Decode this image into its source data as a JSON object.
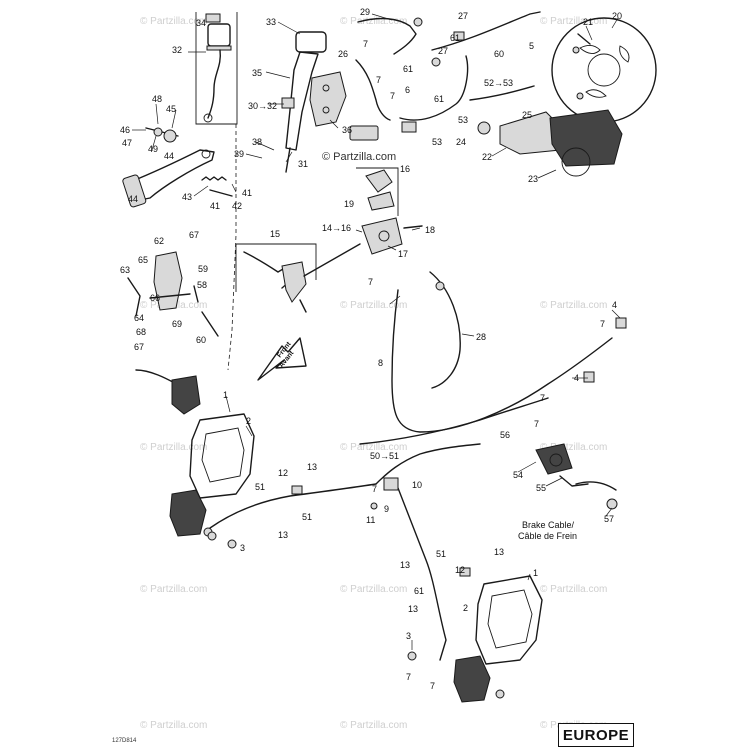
{
  "diagram": {
    "region_label": "EUROPE",
    "figure_code": "127D814",
    "watermark_text": "© Partzilla.com",
    "watermark_main": "© Partzilla.com",
    "front_label_en": "Front",
    "front_label_fr": "Avant",
    "brake_cable_en": "Brake Cable/",
    "brake_cable_fr": "Câble de Frein"
  },
  "callouts": [
    {
      "label": "34"
    },
    {
      "label": "33"
    },
    {
      "label": "29"
    },
    {
      "label": "27"
    },
    {
      "label": "21"
    },
    {
      "label": "20"
    },
    {
      "label": "32"
    },
    {
      "label": "7"
    },
    {
      "label": "26"
    },
    {
      "label": "61"
    },
    {
      "label": "27"
    },
    {
      "label": "5"
    },
    {
      "label": "60"
    },
    {
      "label": "35"
    },
    {
      "label": "61"
    },
    {
      "label": "52→53"
    },
    {
      "label": "7"
    },
    {
      "label": "48"
    },
    {
      "label": "30→32"
    },
    {
      "label": "7"
    },
    {
      "label": "6"
    },
    {
      "label": "45"
    },
    {
      "label": "61"
    },
    {
      "label": "25"
    },
    {
      "label": "46"
    },
    {
      "label": "36"
    },
    {
      "label": "53"
    },
    {
      "label": "47"
    },
    {
      "label": "49"
    },
    {
      "label": "38"
    },
    {
      "label": "53"
    },
    {
      "label": "24"
    },
    {
      "label": "44"
    },
    {
      "label": "39"
    },
    {
      "label": "31"
    },
    {
      "label": "22"
    },
    {
      "label": "16"
    },
    {
      "label": "23"
    },
    {
      "label": "43"
    },
    {
      "label": "41"
    },
    {
      "label": "42"
    },
    {
      "label": "44"
    },
    {
      "label": "41"
    },
    {
      "label": "19"
    },
    {
      "label": "14→16"
    },
    {
      "label": "18"
    },
    {
      "label": "62"
    },
    {
      "label": "67"
    },
    {
      "label": "15"
    },
    {
      "label": "17"
    },
    {
      "label": "63"
    },
    {
      "label": "65"
    },
    {
      "label": "59"
    },
    {
      "label": "66"
    },
    {
      "label": "58"
    },
    {
      "label": "7"
    },
    {
      "label": "64"
    },
    {
      "label": "69"
    },
    {
      "label": "68"
    },
    {
      "label": "60"
    },
    {
      "label": "67"
    },
    {
      "label": "28"
    },
    {
      "label": "4"
    },
    {
      "label": "7"
    },
    {
      "label": "8"
    },
    {
      "label": "4"
    },
    {
      "label": "7"
    },
    {
      "label": "1"
    },
    {
      "label": "2"
    },
    {
      "label": "56"
    },
    {
      "label": "7"
    },
    {
      "label": "50→51"
    },
    {
      "label": "54"
    },
    {
      "label": "12"
    },
    {
      "label": "13"
    },
    {
      "label": "10"
    },
    {
      "label": "51"
    },
    {
      "label": "7"
    },
    {
      "label": "55"
    },
    {
      "label": "51"
    },
    {
      "label": "9"
    },
    {
      "label": "57"
    },
    {
      "label": "13"
    },
    {
      "label": "11"
    },
    {
      "label": "3"
    },
    {
      "label": "51"
    },
    {
      "label": "13"
    },
    {
      "label": "13"
    },
    {
      "label": "12"
    },
    {
      "label": "1"
    },
    {
      "label": "61"
    },
    {
      "label": "13"
    },
    {
      "label": "2"
    },
    {
      "label": "3"
    },
    {
      "label": "7"
    },
    {
      "label": "7"
    }
  ]
}
